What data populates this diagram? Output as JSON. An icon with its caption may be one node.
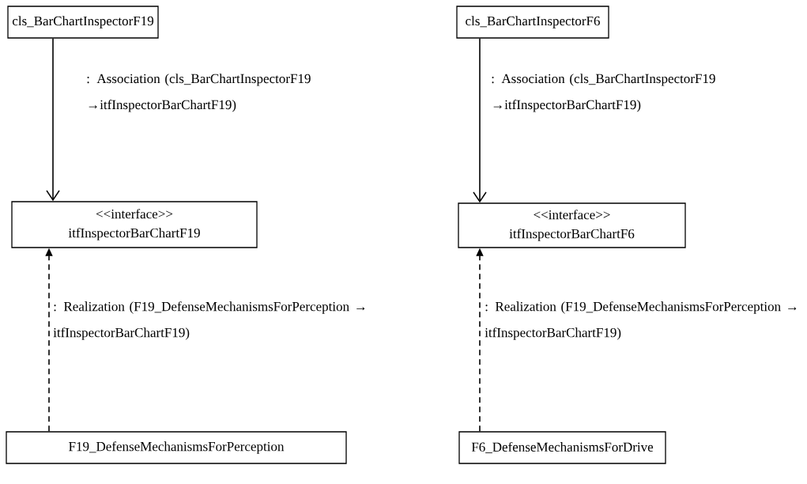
{
  "diagram": {
    "nodes": [
      {
        "text": [
          "cls_BarChartInspectorF19"
        ]
      },
      {
        "text": [
          "<<interface>>",
          "itfInspectorBarChartF19"
        ]
      },
      {
        "text": [
          "F19_DefenseMechanismsForPerception"
        ]
      },
      {
        "text": [
          "cls_BarChartInspectorF6"
        ]
      },
      {
        "text": [
          "<<interface>>",
          "itfInspectorBarChartF6"
        ]
      },
      {
        "text": [
          "F6_DefenseMechanismsForDrive"
        ]
      }
    ],
    "edges": [
      {
        "from": 0,
        "to": 1,
        "arrow": "to",
        "label": ": Association (cls_BarChartInspectorF19 →itfInspectorBarChartF19)"
      },
      {
        "from": 2,
        "to": 1,
        "arrow": "to",
        "style": "dashed",
        "label": ": Realization (F19_DefenseMechanismsForPerception → itfInspectorBarChartF19)"
      },
      {
        "from": 3,
        "to": 4,
        "arrow": "to",
        "label": ": Association (cls_BarChartInspectorF19 →itfInspectorBarChartF19)"
      },
      {
        "from": 5,
        "to": 4,
        "arrow": "to",
        "style": "dashed",
        "label": ": Realization (F19_DefenseMechanismsForPerception → itfInspectorBarChartF19)"
      }
    ]
  }
}
